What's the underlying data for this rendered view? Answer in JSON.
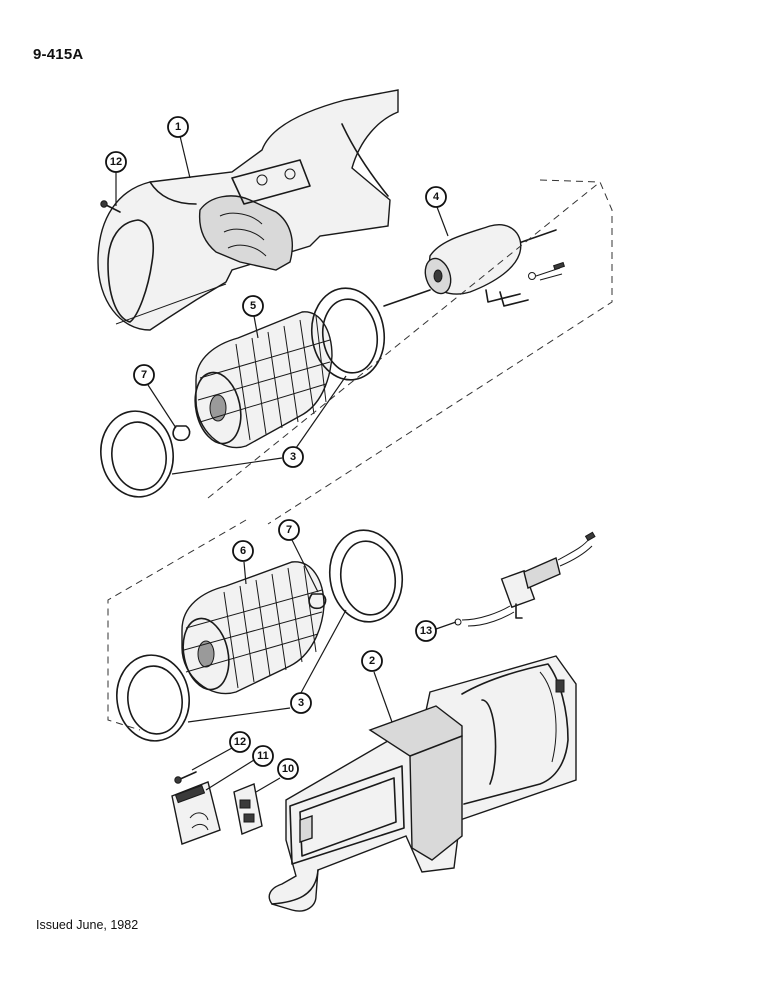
{
  "page_code": "9-415A",
  "issued": "Issued June, 1982",
  "callouts": [
    {
      "id": "callout-1",
      "label": "1"
    },
    {
      "id": "callout-12a",
      "label": "12"
    },
    {
      "id": "callout-4",
      "label": "4"
    },
    {
      "id": "callout-5",
      "label": "5"
    },
    {
      "id": "callout-7a",
      "label": "7"
    },
    {
      "id": "callout-3a",
      "label": "3"
    },
    {
      "id": "callout-6",
      "label": "6"
    },
    {
      "id": "callout-7b",
      "label": "7"
    },
    {
      "id": "callout-13",
      "label": "13"
    },
    {
      "id": "callout-2",
      "label": "2"
    },
    {
      "id": "callout-3b",
      "label": "3"
    },
    {
      "id": "callout-12b",
      "label": "12"
    },
    {
      "id": "callout-11",
      "label": "11"
    },
    {
      "id": "callout-10",
      "label": "10"
    }
  ]
}
